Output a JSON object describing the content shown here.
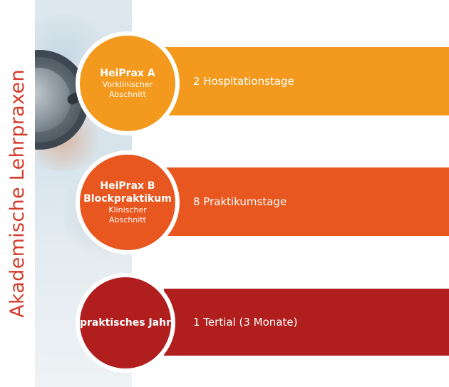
{
  "side_title": "Akademische Lehrpraxen",
  "colors": {
    "title_red": "#d43a2a",
    "heiprax_a": "#f39a1e",
    "heiprax_b": "#e8571f",
    "pj": "#b01e1e",
    "white": "#ffffff"
  },
  "rows": [
    {
      "circle_title": "HeiPrax A",
      "circle_title_2": "",
      "circle_sub_1": "Vorklinischer",
      "circle_sub_2": "Abschnitt",
      "bar_text": "2 Hospitationstage"
    },
    {
      "circle_title": "HeiPrax B",
      "circle_title_2": "Blockpraktikum",
      "circle_sub_1": "Klinischer",
      "circle_sub_2": "Abschnitt",
      "bar_text": "8 Praktikumstage"
    },
    {
      "circle_title": "praktisches Jahr",
      "circle_title_2": "",
      "circle_sub_1": "",
      "circle_sub_2": "",
      "bar_text": "1 Tertial (3 Monate)"
    }
  ]
}
